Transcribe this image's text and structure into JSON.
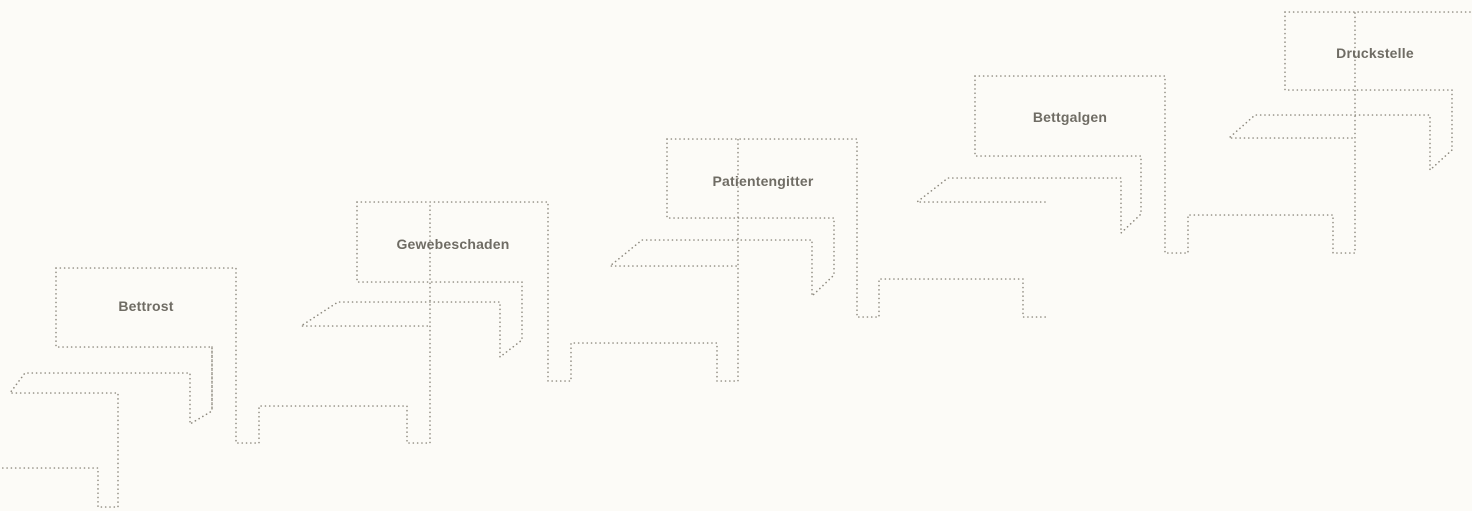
{
  "diagram": {
    "labels": {
      "step1": "Bettrost",
      "step2": "Gewebeschaden",
      "step3": "Patientengitter",
      "step4": "Bettgalgen",
      "step5": "Druckstelle"
    },
    "colors": {
      "background": "#fcfbf7",
      "dots": "#8f8b80",
      "text": "#6f6c64"
    }
  }
}
